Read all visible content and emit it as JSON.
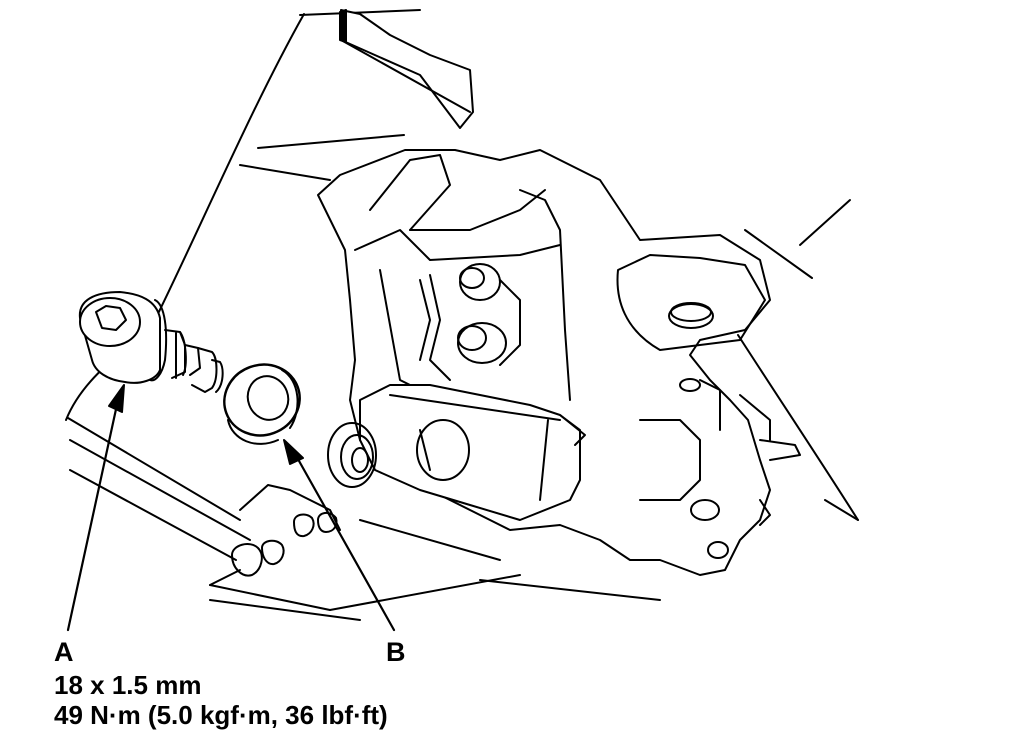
{
  "callouts": {
    "a": "A",
    "b": "B"
  },
  "spec": {
    "bolt_size": "18 x 1.5 mm",
    "torque": "49 N·m (5.0 kgf·m, 36 lbf·ft)"
  },
  "colors": {
    "line": "#000000",
    "background": "#ffffff"
  }
}
